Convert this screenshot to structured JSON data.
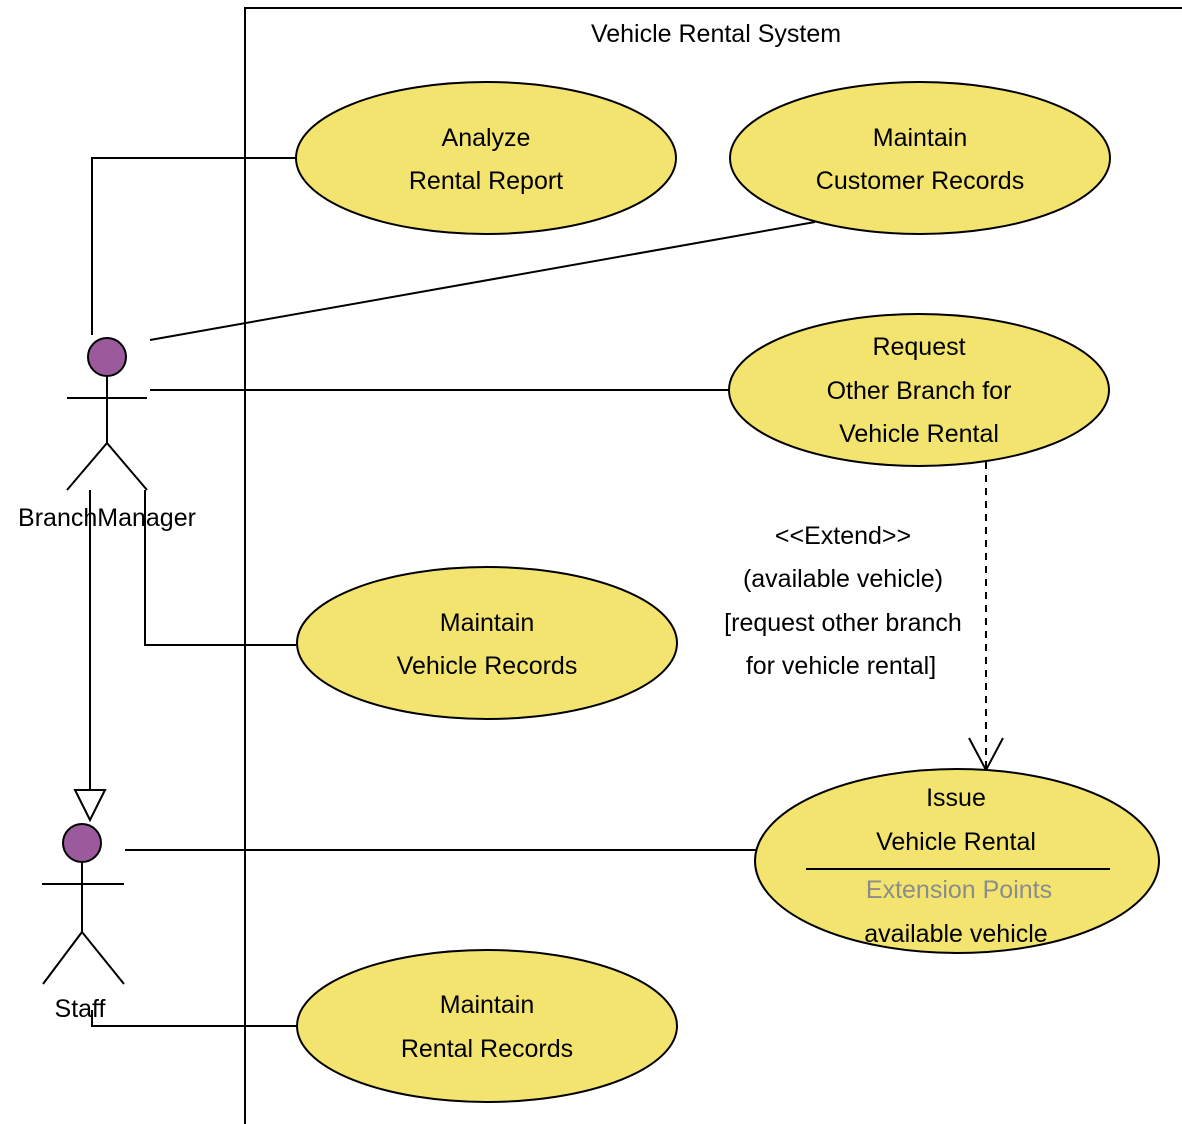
{
  "colors": {
    "usecase_fill": "#f2e46e",
    "actor_head": "#9b5a9b",
    "stroke": "#000000",
    "extension_header": "#8c8c8c"
  },
  "system": {
    "title": "Vehicle Rental System"
  },
  "actors": {
    "branch_manager": {
      "name": "BranchManager"
    },
    "staff": {
      "name": "Staff"
    }
  },
  "use_cases": {
    "analyze": {
      "line1": "Analyze",
      "line2": "Rental Report"
    },
    "customer": {
      "line1": "Maintain",
      "line2": "Customer Records"
    },
    "request": {
      "line1": "Request",
      "line2": "Other Branch for",
      "line3": "Vehicle Rental"
    },
    "vehicle": {
      "line1": "Maintain",
      "line2": "Vehicle Records"
    },
    "issue": {
      "line1": "Issue",
      "line2": "Vehicle Rental",
      "ext_header": "Extension Points",
      "ext_point": "available vehicle"
    },
    "rental": {
      "line1": "Maintain",
      "line2": "Rental Records"
    }
  },
  "extend_relation": {
    "stereotype": "<<Extend>>",
    "point": "(available vehicle)",
    "condition1": "[request other branch",
    "condition2": "for vehicle rental]"
  }
}
